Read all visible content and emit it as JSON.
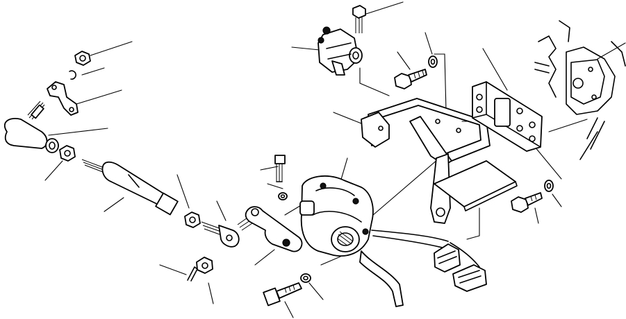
{
  "diagram": {
    "kind": "exploded parts illustration",
    "text_labels": [],
    "parts": [
      "nut-top-left",
      "snap-ring",
      "bracket-small",
      "bolt-left",
      "ball-joint-left",
      "nut-left",
      "turnbuckle-rod",
      "nut-mid",
      "ball-joint-mid",
      "nut-lower",
      "cotter-pin",
      "lever-arm",
      "bolt-small",
      "washer-small",
      "actuator-motor",
      "harness-connector",
      "washer-lower",
      "bolt-lower",
      "solenoid",
      "bolt-top",
      "washer-top",
      "bolt-upper-mid",
      "main-bracket",
      "plate-mount",
      "damper-block",
      "engine-housing",
      "bolt-right",
      "washer-right"
    ]
  }
}
